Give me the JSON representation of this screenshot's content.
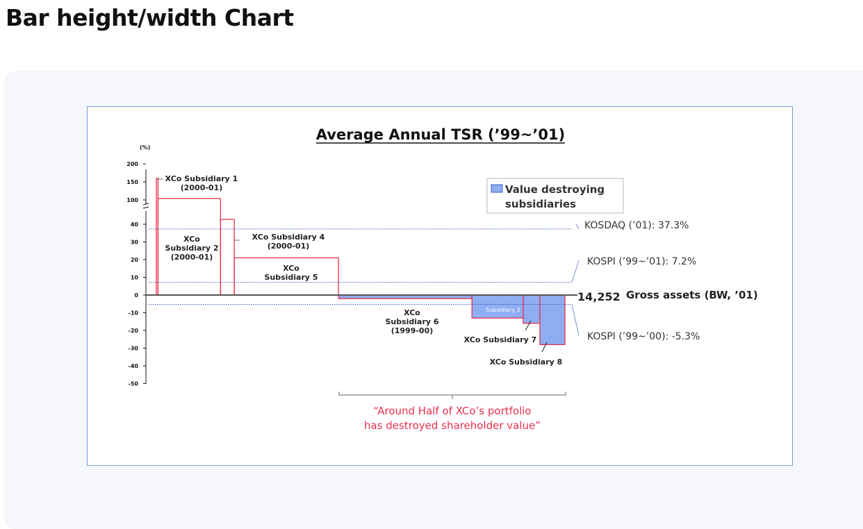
{
  "page": {
    "title": "Bar height/width Chart"
  },
  "chart_data": {
    "type": "bar",
    "title": "Average Annual TSR (’99~’01)",
    "y_unit": "(%)",
    "ylim": [
      -50,
      200
    ],
    "y_ticks": [
      "200",
      "150",
      "100",
      "40",
      "30",
      "20",
      "10",
      "0",
      "-10",
      "-20",
      "-30",
      "-40",
      "-50"
    ],
    "y_ticks_values": [
      200,
      150,
      100,
      40,
      30,
      20,
      10,
      0,
      -10,
      -20,
      -30,
      -40,
      -50
    ],
    "x_axis_value": "14,252",
    "x_axis_label": "Gross assets (BW, ’01)",
    "bars": [
      {
        "name": "XCo Subsidiary 1",
        "period": "(2000-01)",
        "value": 160,
        "width_share": 0.004,
        "value_destroying": false
      },
      {
        "name": "XCo Subsidiary 2",
        "period": "(2000-01)",
        "value": 104,
        "width_share": 0.15,
        "value_destroying": false
      },
      {
        "name": "XCo Subsidiary 4",
        "period": "(2000-01)",
        "value": 46,
        "width_share": 0.033,
        "value_destroying": false
      },
      {
        "name": "XCo Subsidiary 5",
        "period": "",
        "value": 21,
        "width_share": 0.25,
        "value_destroying": false
      },
      {
        "name": "XCo Subsidiary 6",
        "period": "(1999-00)",
        "value": -2,
        "width_share": 0.32,
        "value_destroying": true
      },
      {
        "name": "Subsidiary 3",
        "period": "",
        "value": -13,
        "width_share": 0.123,
        "value_destroying": true
      },
      {
        "name": "XCo Subsidiary 7",
        "period": "",
        "value": -16,
        "width_share": 0.04,
        "value_destroying": true
      },
      {
        "name": "XCo Subsidiary 8",
        "period": "",
        "value": -28,
        "width_share": 0.06,
        "value_destroying": true
      }
    ],
    "reference_lines": [
      {
        "label": "KOSDAQ (’01): 37.3%",
        "value": 37.3
      },
      {
        "label": "KOSPI (’99~’01): 7.2%",
        "value": 7.2
      },
      {
        "label": "KOSPI (’99~’00): -5.3%",
        "value": -5.3
      }
    ],
    "legend": {
      "label_line1": "Value destroying",
      "label_line2": "subsidiaries",
      "placement": "top-right"
    },
    "annotation": {
      "line1": "“Around Half of XCo’s portfolio",
      "line2": "has destroyed shareholder value”"
    },
    "colors": {
      "bar_outline": "#e8304d",
      "destroy_fill": "#8fadf2",
      "ref_line": "#3a5fc0",
      "annotation": "#e8304d",
      "axis": "#111111"
    }
  }
}
